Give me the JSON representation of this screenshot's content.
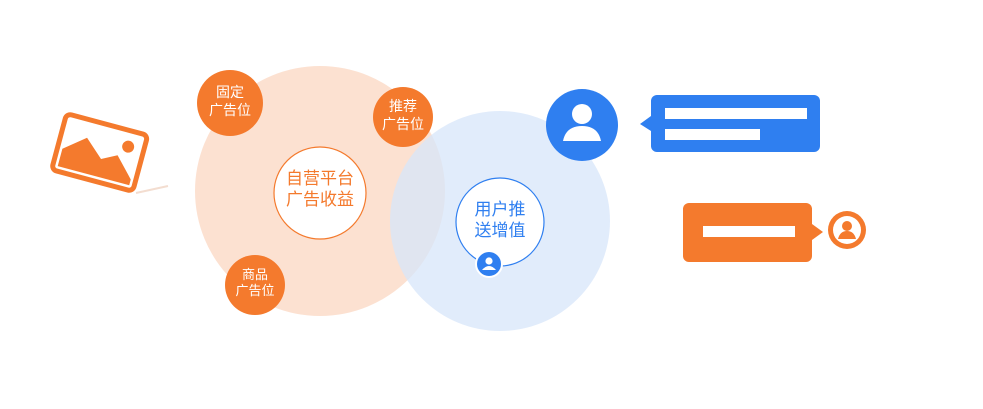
{
  "diagram": {
    "center_left": {
      "line1": "自营平台",
      "line2": "广告收益"
    },
    "center_right": {
      "line1": "用户推",
      "line2": "送增值"
    },
    "badges": [
      {
        "line1": "固定",
        "line2": "广告位"
      },
      {
        "line1": "推荐",
        "line2": "广告位"
      },
      {
        "line1": "商品",
        "line2": "广告位"
      }
    ],
    "icons": [
      "image-icon",
      "user-avatar-icon",
      "user-avatar-icon",
      "user-avatar-icon"
    ]
  },
  "colors": {
    "orange": "#f47a2d",
    "orange_light": "#fde3d3",
    "blue": "#2f7ff0",
    "blue_light": "#e1ecfb",
    "white": "#ffffff"
  }
}
